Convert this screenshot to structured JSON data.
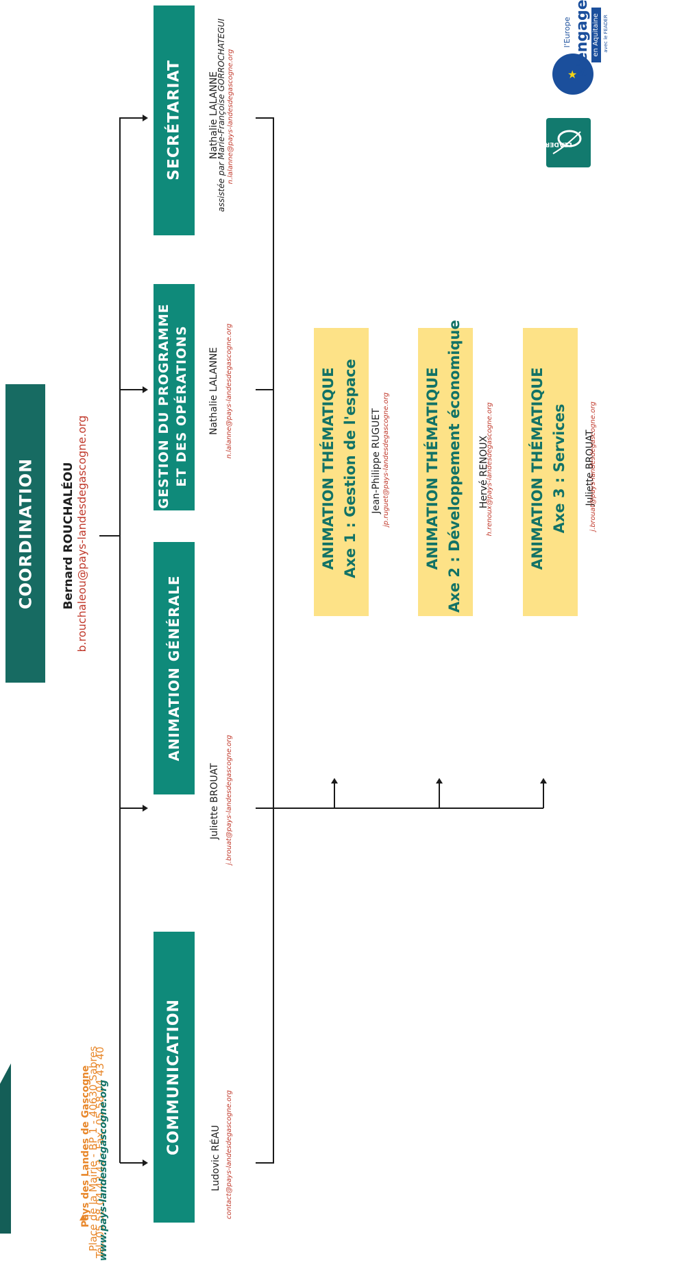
{
  "coordination": {
    "title": "COORDINATION",
    "person_first": "Bernard ",
    "person_last": "ROUCHALÉOU",
    "email_user": "b.rouchaleou",
    "email_at": "@",
    "email_domain": "pays-landesdegascogne.org"
  },
  "branches": [
    {
      "title": "COMMUNICATION",
      "person": "Ludovic RÉAU",
      "email_user": "contact",
      "email_domain": "@pays-landesdegascogne.org"
    },
    {
      "title": "ANIMATION GÉNÉRALE",
      "person": "Juliette BROUAT",
      "email_user": "j.brouat",
      "email_domain": "@pays-landesdegascogne.org"
    },
    {
      "title_line1": "GESTION DU PROGRAMME",
      "title_line2": "ET DES OPÉRATIONS",
      "person": "Nathalie LALANNE",
      "email_user": "n.lalanne",
      "email_domain": "@pays-landesdegascogne.org"
    },
    {
      "title": "SECRÉTARIAT",
      "person": "Nathalie LALANNE",
      "assist": "assistée par Marie-Françoise GORROCHATEGUI",
      "email_user": "n.lalanne",
      "email_domain": "@pays-landesdegascogne.org"
    }
  ],
  "themes": [
    {
      "line1": "ANIMATION THÉMATIQUE",
      "line2": "Axe 1 : Gestion de l'espace",
      "person": "Jean-Philippe RUGUET",
      "email_user": "jp.ruguet",
      "email_domain": "@pays-landesdegascogne.org"
    },
    {
      "line1": "ANIMATION THÉMATIQUE",
      "line2": "Axe 2 : Développement économique",
      "person": "Hervé RENOUX",
      "email_user": "h.renoux",
      "email_domain": "@pays-landesdegascogne.org"
    },
    {
      "line1": "ANIMATION THÉMATIQUE",
      "line2": "Axe 3 : Services",
      "person": "Juliette BROUAT",
      "email_user": "j.brouat",
      "email_domain": "@pays-landesdegascogne.org"
    }
  ],
  "footer": {
    "org": "Pays des Landes de Gascogne",
    "address": "Place de la Mairie - BP 1 - 40630 Sabres",
    "phone": "Tél. 05 58 04 43 43 - Fax. 05 58 04 43 40",
    "website": "www.pays-landesdegascogne.org"
  },
  "logos": {
    "leader": "LEADER",
    "europe_line1": "l'Europe",
    "europe_line2": "s'engage",
    "europe_line3": "en Aquitaine",
    "europe_line4": "avec le FEADER"
  },
  "colors": {
    "teal": "#0f8a7a",
    "dark_teal": "#176b62",
    "yellow": "#fde287",
    "email_red": "#c0392b"
  }
}
